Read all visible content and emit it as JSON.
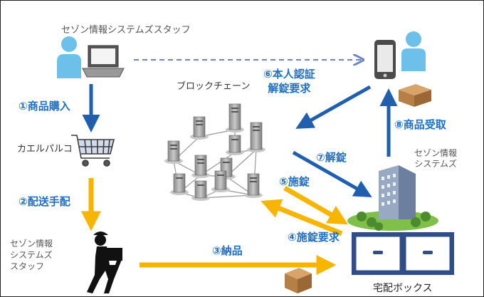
{
  "labels": {
    "staff_top": "セゾン情報システムズスタッフ",
    "step1": "①商品購入",
    "cart": "カエルパルコ",
    "step2": "②配送手配",
    "staff_left": [
      "セゾン情報",
      "システムズ",
      "スタッフ"
    ],
    "blockchain": "ブロックチェーン",
    "step6": [
      "⑥本人認証",
      "解錠要求"
    ],
    "step7": "⑦解錠",
    "step5": "⑤施錠",
    "step4": "④施錠要求",
    "step3": "③納品",
    "step8": "⑧商品受取",
    "company": [
      "セゾン情報",
      "システムズ"
    ],
    "delivery_box": "宅配ボックス"
  },
  "colors": {
    "blue_arrow": "#1f5fad",
    "yellow_arrow": "#f7b500",
    "step_text": "#1f6fc4",
    "person": "#6cc0ea",
    "dashed": "#6b86c2",
    "parcel": "#b57f45",
    "box_fill": "#2f4d86"
  },
  "icons": [
    "person-icon",
    "laptop-icon",
    "smartphone-icon",
    "shopping-cart-icon",
    "server-icon",
    "building-icon",
    "parcel-icon",
    "delivery-worker-icon",
    "delivery-box-icon"
  ]
}
